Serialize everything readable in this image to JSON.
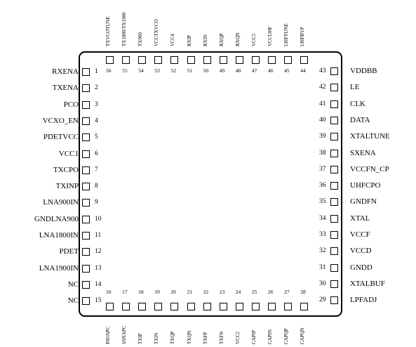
{
  "chip": {
    "left_pins": [
      {
        "num": "1",
        "name": "RXENA"
      },
      {
        "num": "2",
        "name": "TXENA"
      },
      {
        "num": "3",
        "name": "PCO"
      },
      {
        "num": "4",
        "name": "VCXO_EN"
      },
      {
        "num": "5",
        "name": "PDETVCC"
      },
      {
        "num": "6",
        "name": "VCC1"
      },
      {
        "num": "7",
        "name": "TXCPO"
      },
      {
        "num": "8",
        "name": "TXINP"
      },
      {
        "num": "9",
        "name": "LNA900IN"
      },
      {
        "num": "10",
        "name": "GNDLNA900"
      },
      {
        "num": "11",
        "name": "LNA1800IN"
      },
      {
        "num": "12",
        "name": "PDET"
      },
      {
        "num": "13",
        "name": "LNA1900IN"
      },
      {
        "num": "14",
        "name": "NC"
      },
      {
        "num": "15",
        "name": "NC"
      }
    ],
    "bottom_pins": [
      {
        "num": "16",
        "name": "PAVAPC"
      },
      {
        "num": "17",
        "name": "SSNAPC"
      },
      {
        "num": "18",
        "name": "TXIP"
      },
      {
        "num": "19",
        "name": "TXIN"
      },
      {
        "num": "20",
        "name": "TXQP"
      },
      {
        "num": "21",
        "name": "TXQN"
      },
      {
        "num": "22",
        "name": "TXFP"
      },
      {
        "num": "23",
        "name": "TXFN"
      },
      {
        "num": "24",
        "name": "VCC2"
      },
      {
        "num": "25",
        "name": "CAPIP"
      },
      {
        "num": "26",
        "name": "CAPIN"
      },
      {
        "num": "27",
        "name": "CAPQP"
      },
      {
        "num": "28",
        "name": "CAPQN"
      }
    ],
    "right_pins": [
      {
        "num": "29",
        "name": "LPFADJ"
      },
      {
        "num": "30",
        "name": "XTALBUF"
      },
      {
        "num": "31",
        "name": "GNDD"
      },
      {
        "num": "32",
        "name": "VCCD"
      },
      {
        "num": "33",
        "name": "VCCF"
      },
      {
        "num": "34",
        "name": "XTAL"
      },
      {
        "num": "35",
        "name": "GNDFN"
      },
      {
        "num": "36",
        "name": "UHFCPO"
      },
      {
        "num": "37",
        "name": "VCCFN_CP"
      },
      {
        "num": "38",
        "name": "SXENA"
      },
      {
        "num": "39",
        "name": "XTALTUNE"
      },
      {
        "num": "40",
        "name": "DATA"
      },
      {
        "num": "41",
        "name": "CLK"
      },
      {
        "num": "42",
        "name": "LE"
      },
      {
        "num": "43",
        "name": "VDDBB"
      }
    ],
    "top_pins": [
      {
        "num": "44",
        "name": "UHFBYP"
      },
      {
        "num": "45",
        "name": "UHFTUNE"
      },
      {
        "num": "46",
        "name": "VCCUHF"
      },
      {
        "num": "47",
        "name": "VCC3"
      },
      {
        "num": "48",
        "name": "RXQN"
      },
      {
        "num": "49",
        "name": "RXQP"
      },
      {
        "num": "50",
        "name": "RXIN"
      },
      {
        "num": "51",
        "name": "RXIP"
      },
      {
        "num": "52",
        "name": "VCC4"
      },
      {
        "num": "53",
        "name": "VCCTXVCO"
      },
      {
        "num": "54",
        "name": "TX900"
      },
      {
        "num": "55",
        "name": "TX1800/TX1900"
      },
      {
        "num": "56",
        "name": "TXVCOTUNE"
      }
    ]
  }
}
